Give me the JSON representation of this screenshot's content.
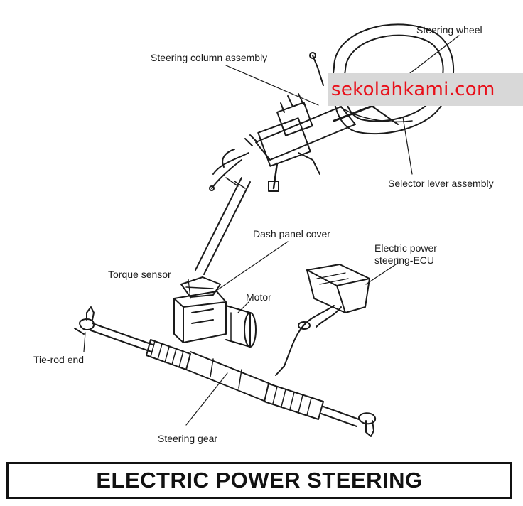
{
  "labels": {
    "steering_wheel": "Steering wheel",
    "steering_column": "Steering column assembly",
    "selector_lever": "Selector lever assembly",
    "dash_panel_cover": "Dash panel cover",
    "ecu_line1": "Electric power",
    "ecu_line2": "steering-ECU",
    "torque_sensor": "Torque sensor",
    "motor": "Motor",
    "tie_rod_end": "Tie-rod end",
    "steering_gear": "Steering gear"
  },
  "watermark": "sekolahkami.com",
  "title": "ELECTRIC POWER STEERING",
  "colors": {
    "watermark_text": "#e8101a",
    "watermark_bg": "#d8d8d8",
    "line": "#1a1a1a"
  }
}
